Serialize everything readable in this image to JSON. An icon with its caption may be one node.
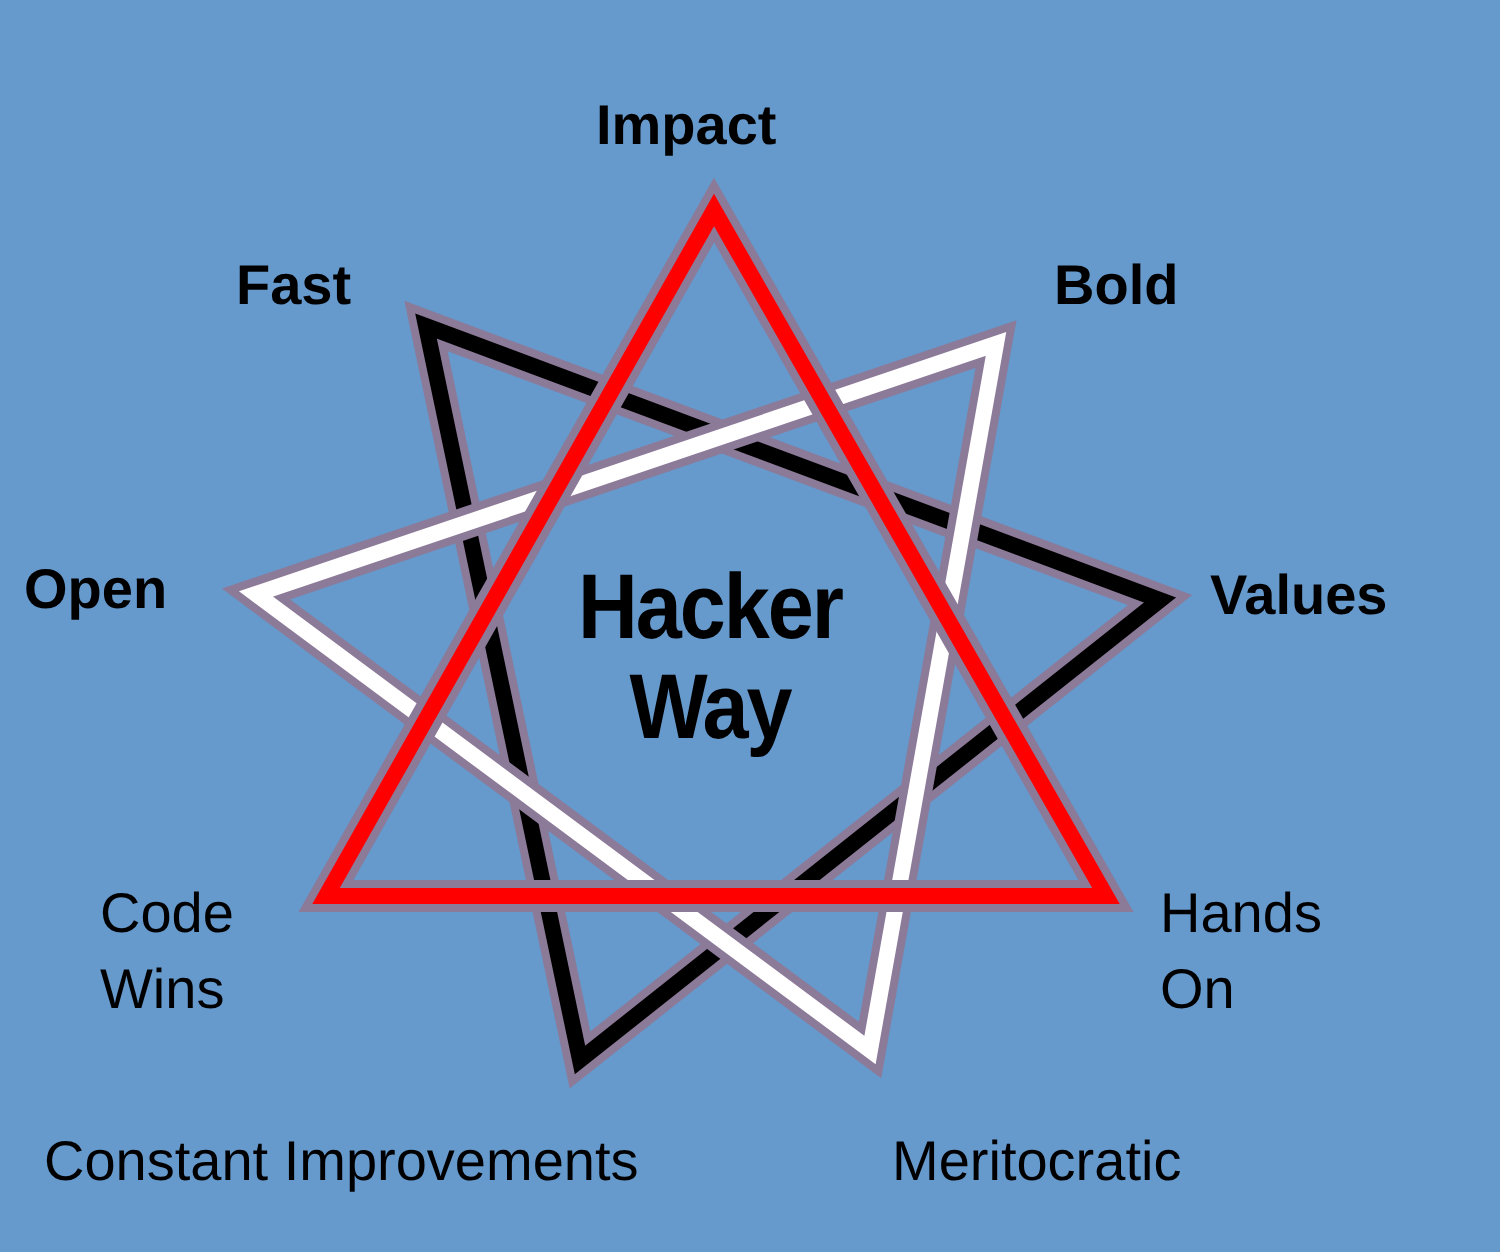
{
  "diagram": {
    "title": "Hacker Way",
    "labels": [
      "Impact",
      "Fast",
      "Bold",
      "Open",
      "Values",
      "Code Wins",
      "Hands On",
      "Constant Improvements",
      "Meritocratic"
    ]
  }
}
